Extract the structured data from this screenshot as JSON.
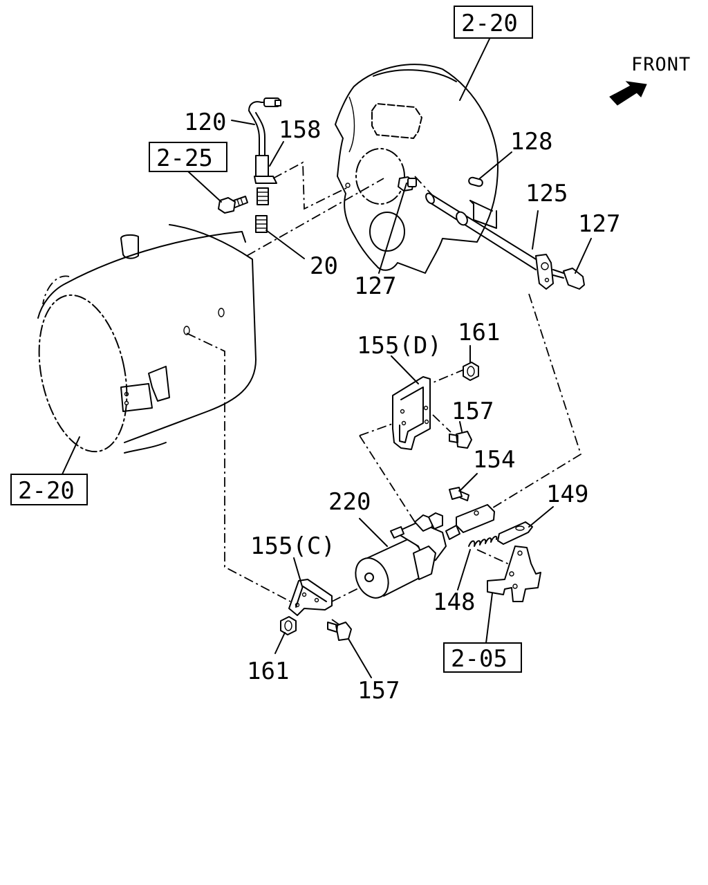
{
  "orientation": {
    "label": "FRONT",
    "icon": "arrow-icon"
  },
  "references": {
    "ref_top": "2-20",
    "ref_left_mid": "2-25",
    "ref_bottom_left": "2-20",
    "ref_bottom_right": "2-05"
  },
  "parts": {
    "p120": "120",
    "p158": "158",
    "p20": "20",
    "p127_left": "127",
    "p128": "128",
    "p125": "125",
    "p127_right": "127",
    "p155d": "155(D)",
    "p161_top": "161",
    "p157_top": "157",
    "p154": "154",
    "p149": "149",
    "p220": "220",
    "p155c": "155(C)",
    "p148": "148",
    "p161_bottom": "161",
    "p157_bottom": "157"
  }
}
